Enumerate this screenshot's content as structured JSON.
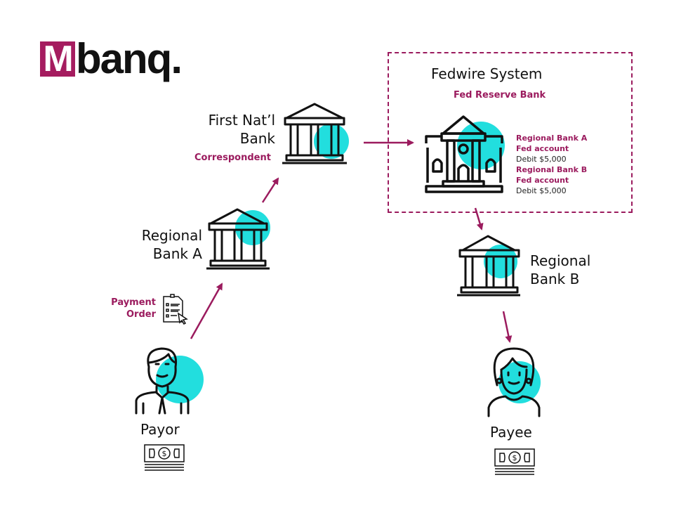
{
  "brand": {
    "logo_mark": "M",
    "logo_text": "banq.",
    "color": "#a51c5f"
  },
  "colors": {
    "accent": "#9b1b5e",
    "highlight": "#22dede",
    "ink": "#111111"
  },
  "nodes": {
    "first_natl": {
      "title_line1": "First Nat’l",
      "title_line2": "Bank",
      "role": "Correspondent",
      "icon": "bank-icon"
    },
    "regional_a": {
      "title_line1": "Regional",
      "title_line2": "Bank A",
      "icon": "bank-icon"
    },
    "regional_b": {
      "title_line1": "Regional",
      "title_line2": "Bank B",
      "icon": "bank-icon"
    },
    "payor": {
      "label": "Payor",
      "icon": "person-man-icon",
      "money_icon": "cash-icon"
    },
    "payee": {
      "label": "Payee",
      "icon": "person-woman-icon",
      "money_icon": "cash-icon"
    },
    "payment_order": {
      "line1": "Payment",
      "line2": "Order",
      "icon": "document-checklist-icon"
    }
  },
  "fedwire": {
    "title": "Fedwire System",
    "subtitle": "Fed Reserve Bank",
    "icon": "federal-bank-icon",
    "entries": [
      {
        "line1": "Regional Bank A",
        "line2": "Fed account",
        "line3": "Debit $5,000"
      },
      {
        "line1": "Regional Bank B",
        "line2": "Fed account",
        "line3": "Debit $5,000"
      }
    ]
  },
  "flow": [
    "Payor",
    "Regional Bank A",
    "First Nat’l Bank",
    "Fedwire System",
    "Regional Bank B",
    "Payee"
  ]
}
